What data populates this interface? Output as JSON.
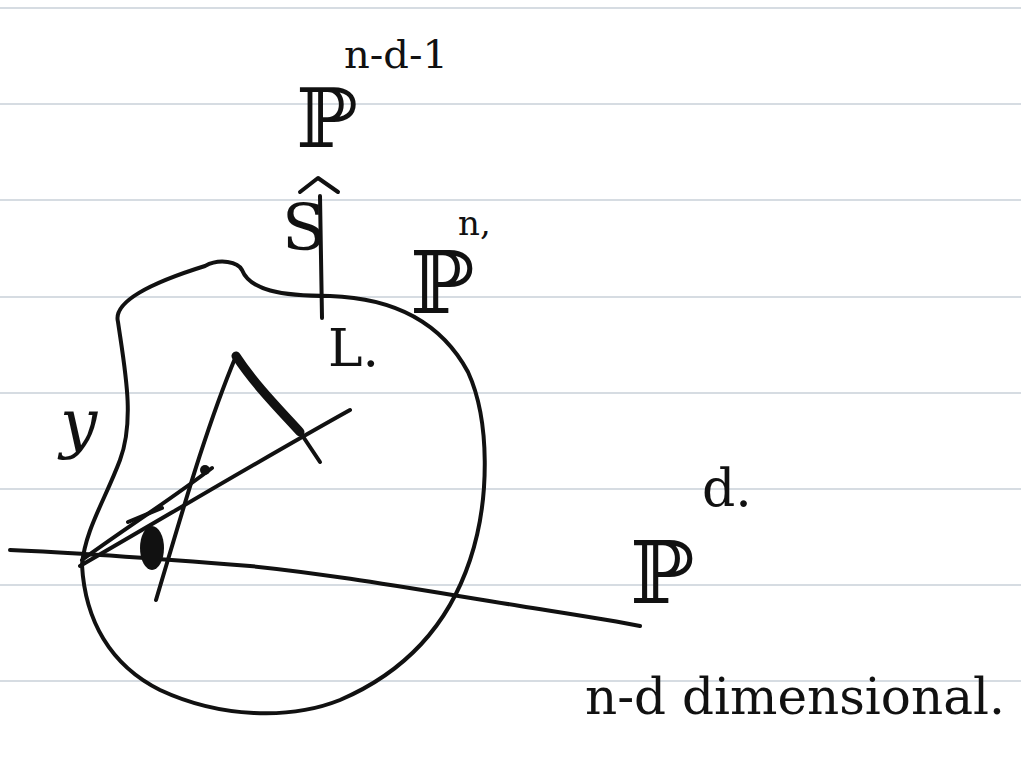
{
  "diagram": {
    "labels": [
      "ℙ",
      "n-d-1",
      "S",
      "ℙ",
      "n,",
      "L.",
      "y",
      "ℙ",
      "d.",
      "n-d dimensional."
    ]
  }
}
